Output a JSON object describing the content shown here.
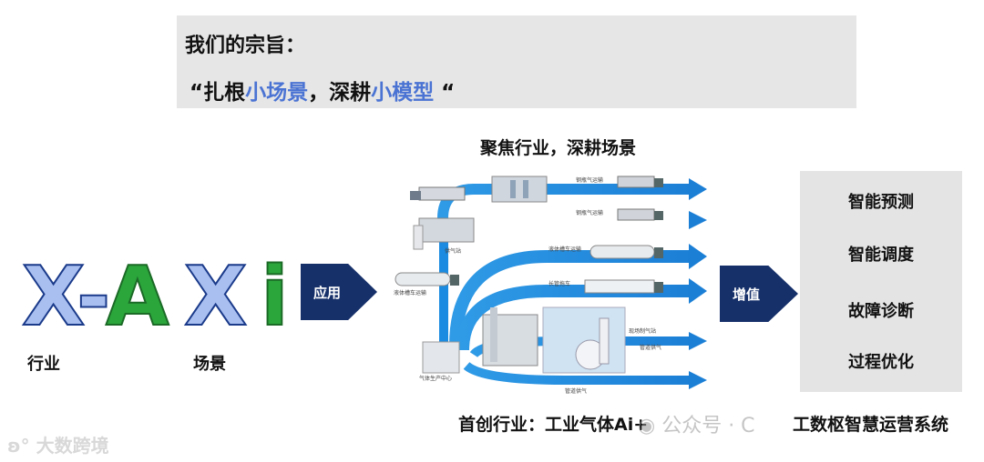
{
  "motto": {
    "title": "我们的宗旨：",
    "quote_open": "“",
    "part1": "扎根",
    "part2": "小场景",
    "part3": "，深耕",
    "part4": "小模型",
    "quote_close": " “"
  },
  "xaxi": {
    "letters": [
      "X",
      "-",
      "A",
      "X",
      "i"
    ],
    "label_industry": "行业",
    "label_scene": "场景"
  },
  "apply_label": "应用",
  "value_label": "增值",
  "focus_title": "聚焦行业，深耕场景",
  "first_industry": "首创行业：工业气体Ai+",
  "flow_labels": {
    "l1": "钢瓶气运输",
    "l2": "钢瓶气运输",
    "l3": "液体槽车运输",
    "l4": "长管拖车",
    "l5": "管道供气",
    "l6": "管道供气",
    "supply_station": "供气站",
    "tanker_transport": "液体槽车运输",
    "production_center": "气体生产中心",
    "gasification_station": "现场制气站"
  },
  "system": {
    "items": [
      "智能预测",
      "智能调度",
      "故障诊断",
      "过程优化"
    ],
    "name": "工数枢智慧运营系统"
  },
  "watermarks": {
    "left": "大数跨境",
    "center": "公众号 · C"
  },
  "colors": {
    "navy": "#16306a",
    "accent_blue": "#4a73d3",
    "flow_blue": "#1a8be0",
    "green": "#2ba63b"
  }
}
